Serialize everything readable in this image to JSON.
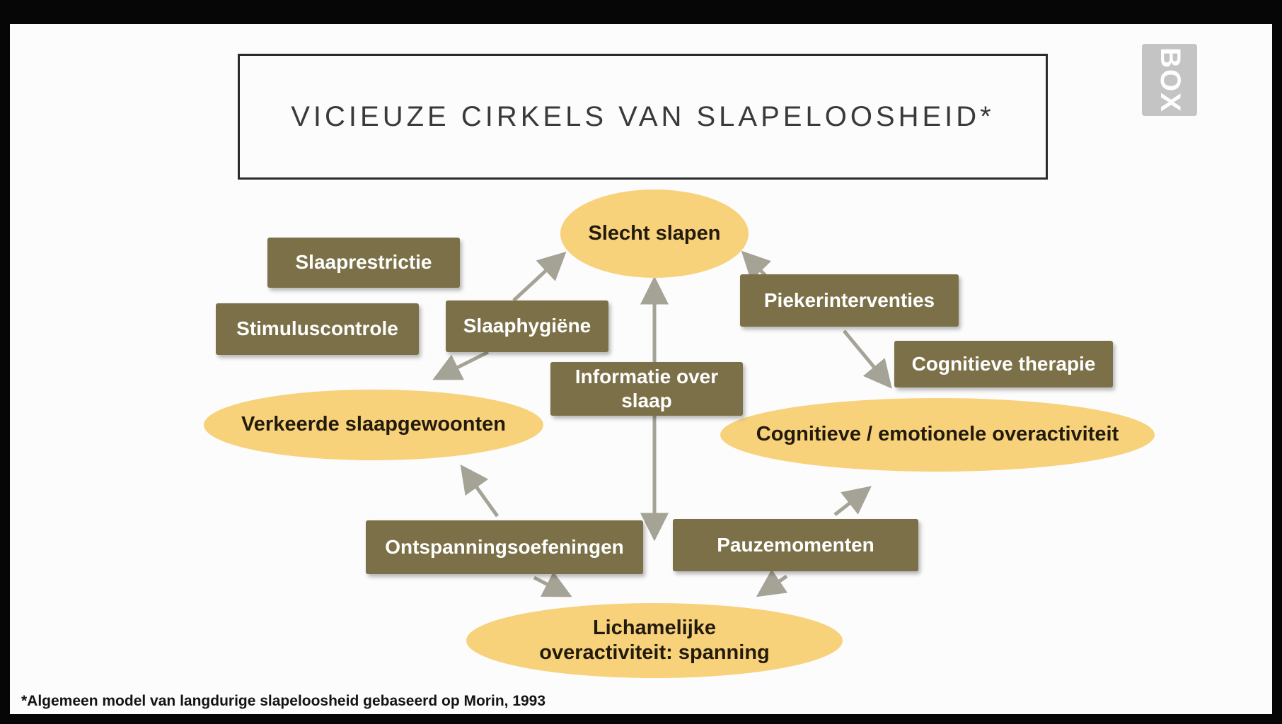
{
  "slide": {
    "title": "VICIEUZE CIRKELS VAN SLAPELOOSHEID*",
    "footnote": "*Algemeen model van langdurige slapeloosheid gebaseerd op Morin, 1993",
    "watermark": "BOX"
  },
  "colors": {
    "ellipse_fill": "#F8D17B",
    "ellipse_text": "#221B0C",
    "rect_fill": "#7B7047",
    "rect_text": "#FFFFFF",
    "arrow": "#A5A296",
    "title_text": "#3A3A3A",
    "title_border": "#2B2B2B"
  },
  "nodes": {
    "ellipses": [
      {
        "id": "slecht-slapen",
        "label": "Slecht slapen"
      },
      {
        "id": "verkeerde-slaapgewoonten",
        "label": "Verkeerde slaapgewoonten"
      },
      {
        "id": "cognitieve-emotionele-overactiviteit",
        "label": "Cognitieve / emotionele overactiviteit"
      },
      {
        "id": "lichamelijke-overactiviteit",
        "label": "Lichamelijke\noveractiviteit: spanning"
      }
    ],
    "rects": [
      {
        "id": "slaaprestrictie",
        "label": "Slaaprestrictie"
      },
      {
        "id": "stimuluscontrole",
        "label": "Stimuluscontrole"
      },
      {
        "id": "slaaphygiene",
        "label": "Slaaphygiëne"
      },
      {
        "id": "piekerinterventies",
        "label": "Piekerinterventies"
      },
      {
        "id": "cognitieve-therapie",
        "label": "Cognitieve therapie"
      },
      {
        "id": "informatie-over-slaap",
        "label": "Informatie over\nslaap"
      },
      {
        "id": "ontspanningsoefeningen",
        "label": "Ontspanningsoefeningen"
      },
      {
        "id": "pauzemomenten",
        "label": "Pauzemomenten"
      }
    ]
  }
}
